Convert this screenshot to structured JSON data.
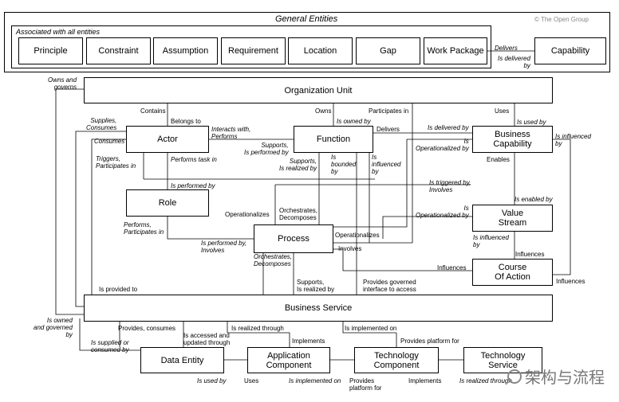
{
  "general": {
    "title": "General Entities",
    "copyright": "© The Open Group",
    "assoc_title": "Associated with all entities",
    "entities": [
      "Principle",
      "Constraint",
      "Assumption",
      "Requirement",
      "Location",
      "Gap",
      "Work Package"
    ],
    "capability": "Capability",
    "delivers": "Delivers",
    "is_delivered_by": "Is delivered\nby"
  },
  "nodes": {
    "org_unit": "Organization Unit",
    "actor": "Actor",
    "function": "Function",
    "business_capability": "Business\nCapability",
    "role": "Role",
    "process": "Process",
    "value_stream": "Value\nStream",
    "course_of_action": "Course\nOf Action",
    "business_service": "Business Service",
    "data_entity": "Data Entity",
    "application_component": "Application\nComponent",
    "technology_component": "Technology\nComponent",
    "technology_service": "Technology\nService"
  },
  "labels": {
    "owns_and_governs": "Owns and\ngoverns",
    "contains": "Contains",
    "owns": "Owns",
    "participates_in": "Participates in",
    "uses": "Uses",
    "supplies_consumes": "Supplies,\nConsumes",
    "belongs_to": "Belongs to",
    "interacts_with": "Interacts with,\nPerforms",
    "is_owned_by": "Is owned by",
    "delivers": "Delivers",
    "is_delivered_by": "Is delivered by",
    "is_used_by": "Is used by",
    "consumes": "Consumes",
    "is_operationalized_by": "Is\nOperationalized by",
    "is_influenced_by": "Is influenced\nby",
    "triggers": "Triggers,\nParticipates in",
    "performs_task_in": "Performs task in",
    "supports_performed": "Supports,\nIs performed by",
    "supports_realized": "Supports,\nIs realized by",
    "is_bounded_by": "Is\nbounded\nby",
    "is_influenced": "Is\ninfluenced\nby",
    "enables": "Enables",
    "is_performed_by": "Is performed by",
    "is_triggered_by": "Is triggered by,\nInvolves",
    "is_enabled_by": "Is enabled by",
    "operationalizes": "Operationalizes",
    "orchestrates_decomposes": "Orchestrates,\nDecomposes",
    "is_operationalized_by2": "Is\nOperationalized by",
    "performs_participates": "Performs,\nParticipates in",
    "is_performed_involves": "Is performed by,\nInvolves",
    "operationalizes2": "Operationalizes",
    "is_influenced_by2": "Is influenced\nby",
    "involves": "Involves",
    "influences": "Influences",
    "orchestrates_decomposes2": "Orchestrates,\nDecomposes",
    "influences2": "Influences",
    "influences3": "Influences",
    "is_provided_to": "Is provided to",
    "supports_realized2": "Supports,\nIs realized by",
    "provides_governed": "Provides governed\ninterface to access",
    "is_owned_governed": "Is owned\nand governed\nby",
    "provides_consumes": "Provides, consumes",
    "is_accessed": "Is accessed and\nupdated through",
    "is_realized_through": "Is realized through",
    "is_implemented_on": "Is implemented on",
    "is_supplied": "Is supplied or\nconsumed by",
    "implements": "Implements",
    "provides_platform_for": "Provides platform for",
    "is_used_by2": "Is used by",
    "uses2": "Uses",
    "is_implemented_on2": "Is implemented on",
    "provides_platform2": "Provides\nplatform for",
    "implements2": "Implements",
    "is_realized_through2": "Is realized through"
  },
  "watermark": "架构与流程"
}
